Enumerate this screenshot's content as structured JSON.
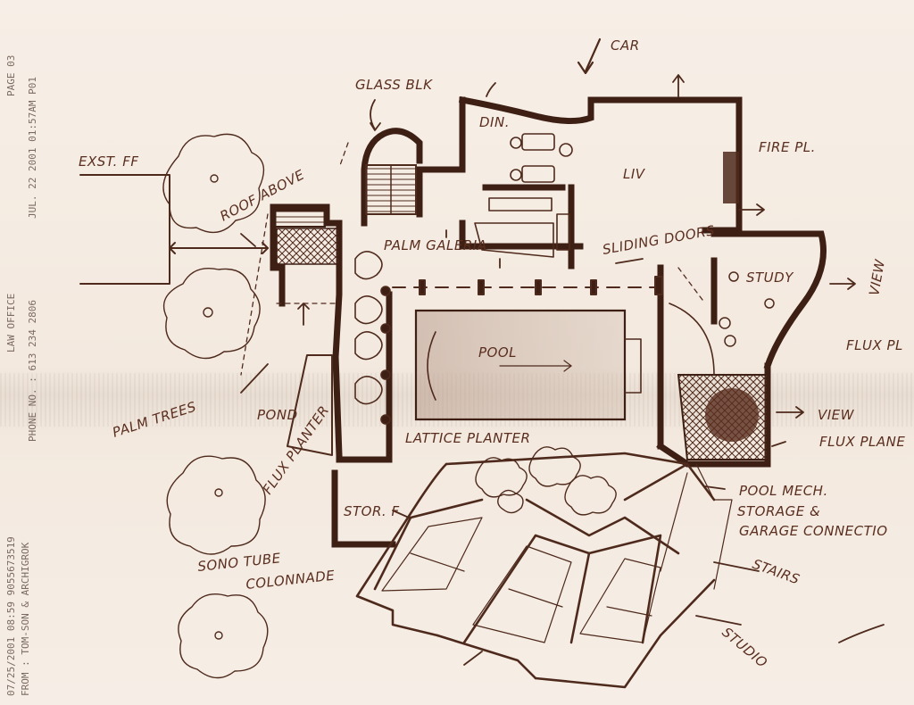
{
  "fax_header": {
    "line1": "07/25/2001  08:59    9055673519",
    "line2": "FROM : TOM-SON & ARCHIGROK",
    "line3": "PHONE NO. : 613 234 2806",
    "line4": "LAW OFFICE",
    "line5": "JUL. 22 2001 01:57AM  P01",
    "line6": "PAGE  03"
  },
  "labels": {
    "car": "CAR",
    "glass_blk": "GLASS BLK",
    "din": "DIN.",
    "liv": "LIV",
    "fire_pl": "FIRE PL.",
    "exst_ff": "EXST. FF",
    "roof_above": "ROOF ABOVE",
    "palm_galeria": "PALM GALERIA",
    "sliding_doors": "SLIDING DOORS",
    "study": "STUDY",
    "view_right": "VIEW",
    "pool": "POOL",
    "flux_pl": "FLUX PL",
    "view_lower": "VIEW",
    "flux_plane": "FLUX PLANE",
    "palm_trees": "PALM TREES",
    "pond": "POND",
    "lattice_planter": "LATTICE PLANTER",
    "flux_planter": "FLUX PLANTER",
    "stor_f": "STOR. F",
    "pool_mech": "POOL MECH.",
    "storage": "STORAGE &",
    "garage": "GARAGE CONNECTIO",
    "sono_tube": "SONO TUBE",
    "colonnade": "COLONNADE",
    "stairs": "STAIRS",
    "studio": "STUDIO"
  }
}
